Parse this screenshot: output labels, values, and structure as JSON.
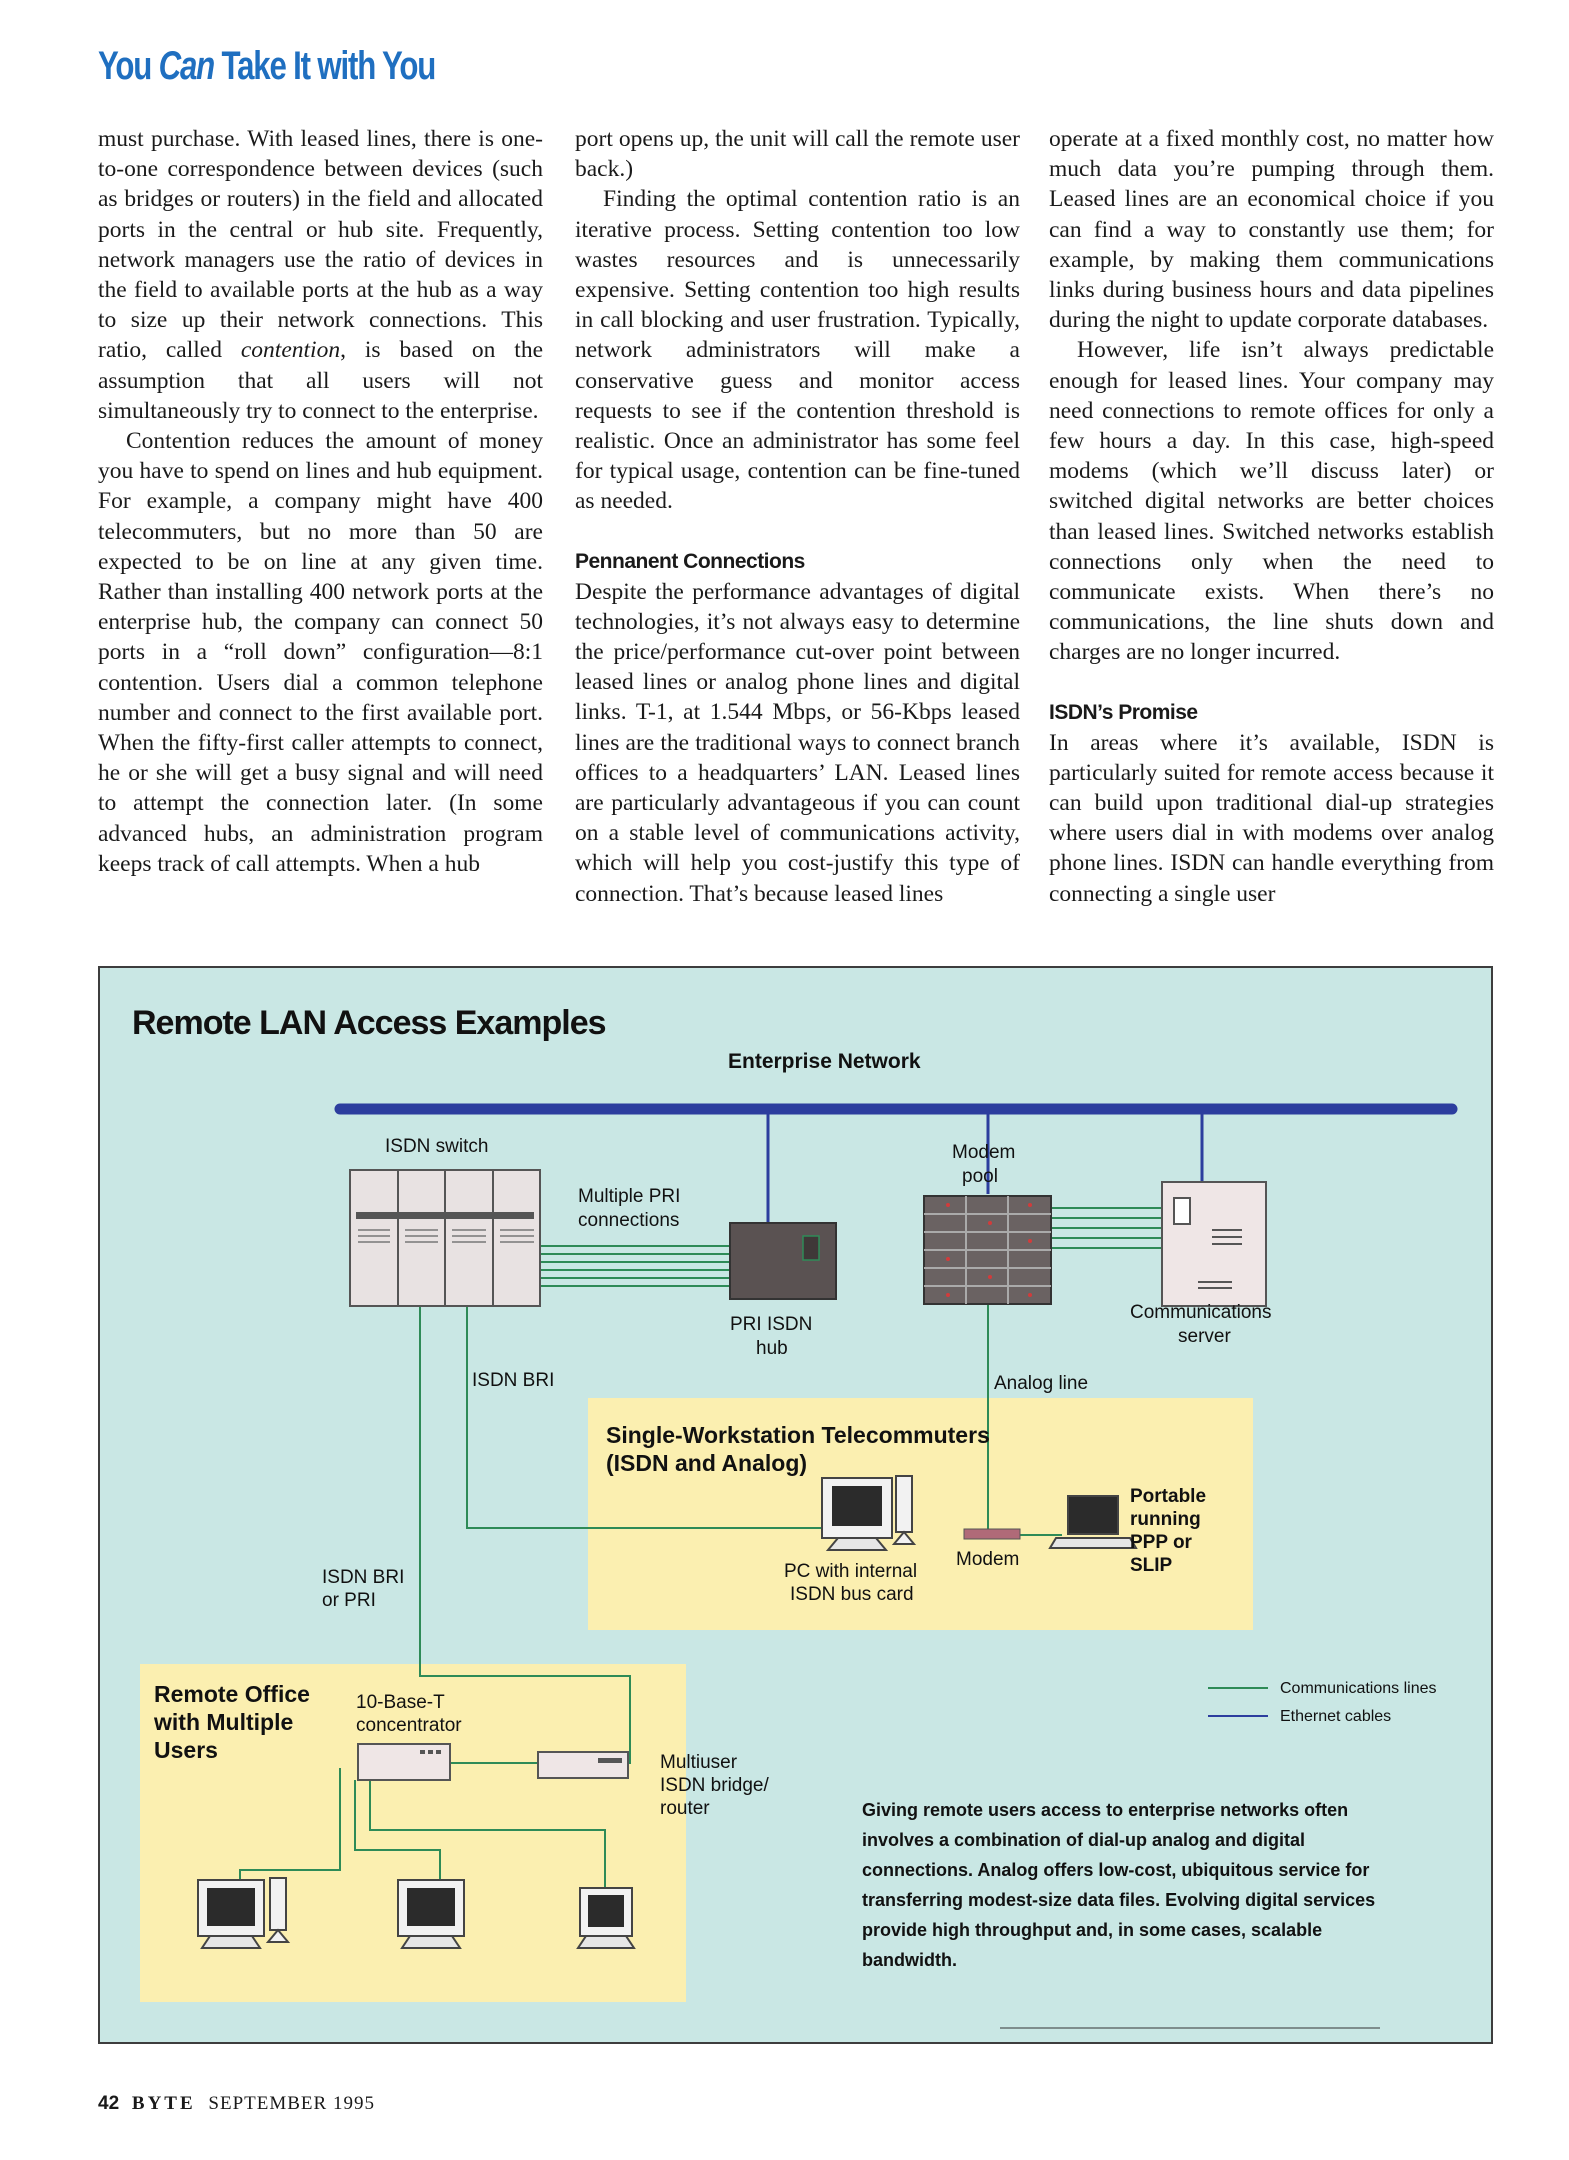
{
  "headline": {
    "before": "You ",
    "emph": "Can",
    "after": " Take It with You"
  },
  "col1": {
    "p1": "must purchase. With leased lines, there is one-to-one correspondence between devices (such as bridges or routers) in the field and allocated ports in the central or hub site. Frequently, network managers use the ratio of devices in the field to available ports at the hub as a way to size up their network connections. This ratio, called ",
    "p1_em": "contention",
    "p1_end": ", is based on the assumption that all users will not simultaneously try to connect to the enterprise.",
    "p2": "Contention reduces the amount of money you have to spend on lines and hub equipment. For example, a company might have 400 telecommuters, but no more than 50 are expected to be on line at any given time. Rather than installing 400 network ports at the enterprise hub, the company can connect 50 ports in a “roll down” configuration—8:1 contention. Users dial a common telephone number and connect to the first available port. When the fifty-first caller attempts to connect, he or she will get a busy signal and will need to attempt the connection later. (In some advanced hubs, an administration program keeps track of call attempts. When a hub"
  },
  "col2": {
    "p1": "port opens up, the unit will call the remote user back.)",
    "p2": "Finding the optimal contention ratio is an iterative process. Setting contention too low wastes resources and is unnecessarily expensive. Setting contention too high results in call blocking and user frustration. Typically, network administrators will make a conservative guess and monitor access requests to see if the contention threshold is realistic. Once an administrator has some feel for typical usage, contention can be fine-tuned as needed.",
    "h1": "Pennanent Connections",
    "p3": "Despite the performance advantages of digital technologies, it’s not always easy to determine the price/performance cut-over point between leased lines or analog phone lines and digital links. T-1, at 1.544 Mbps, or 56-Kbps leased lines are the traditional ways to connect branch offices to a headquarters’ LAN. Leased lines are particularly advantageous if you can count on a stable level of communications activity, which will help you cost-justify this type of connection. That’s because leased lines"
  },
  "col3": {
    "p1": "operate at a fixed monthly cost, no matter how much data you’re pumping through them. Leased lines are an economical choice if you can find a way to constantly use them; for example, by making them communications links during business hours and data pipelines during the night to update corporate databases.",
    "p2": "However, life isn’t always predictable enough for leased lines. Your company may need connections to remote offices for only a few hours a day. In this case, high-speed modems (which we’ll discuss later) or switched digital networks are better choices than leased lines. Switched networks establish connections only when the need to communicate exists. When there’s no communications, the line shuts down and charges are no longer incurred.",
    "h1": "ISDN’s Promise",
    "p3": "In areas where it’s available, ISDN is particularly suited for remote access because it can build upon traditional dial-up strategies where users dial in with modems over analog phone lines. ISDN can handle everything from connecting a single user"
  },
  "figure": {
    "title": "Remote LAN Access Examples",
    "enterprise_network": "Enterprise Network",
    "isdn_switch": "ISDN switch",
    "multiple_pri_1": "Multiple PRI",
    "multiple_pri_2": "connections",
    "modem_pool_1": "Modem",
    "modem_pool_2": "pool",
    "pri_hub_1": "PRI ISDN",
    "pri_hub_2": "hub",
    "comm_server_1": "Communications",
    "comm_server_2": "server",
    "isdn_bri": "ISDN BRI",
    "analog_line": "Analog line",
    "single_title_1": "Single-Workstation Telecommuters",
    "single_title_2": "(ISDN and Analog)",
    "portable_1": "Portable",
    "portable_2": "running",
    "portable_3": "PPP or",
    "portable_4": "SLIP",
    "modem": "Modem",
    "pc_internal_1": "PC with internal",
    "pc_internal_2": "ISDN bus card",
    "isdn_bri_pri_1": "ISDN BRI",
    "isdn_bri_pri_2": "or PRI",
    "remote_office_1": "Remote Office",
    "remote_office_2": "with Multiple",
    "remote_office_3": "Users",
    "concentrator_1": "10-Base-T",
    "concentrator_2": "concentrator",
    "bridge_1": "Multiuser",
    "bridge_2": "ISDN bridge/",
    "bridge_3": "router",
    "legend_comm": "Communications lines",
    "legend_eth": "Ethernet cables",
    "caption_1": "Giving remote users access to enterprise networks often",
    "caption_2": "involves a combination of dial-up analog and digital",
    "caption_3": "connections. Analog offers low-cost, ubiquitous service for",
    "caption_4": "transferring modest-size data files. Evolving digital services",
    "caption_5": "provide high throughput and, in some cases, scalable",
    "caption_6": "bandwidth.",
    "colors": {
      "background": "#c9e7e4",
      "yellow_box": "#fbefb0",
      "comm_line": "#2e8b57",
      "ethernet": "#2c3e9e"
    }
  },
  "footer": {
    "page": "42",
    "magazine": "BYTE",
    "date": "SEPTEMBER 1995"
  }
}
